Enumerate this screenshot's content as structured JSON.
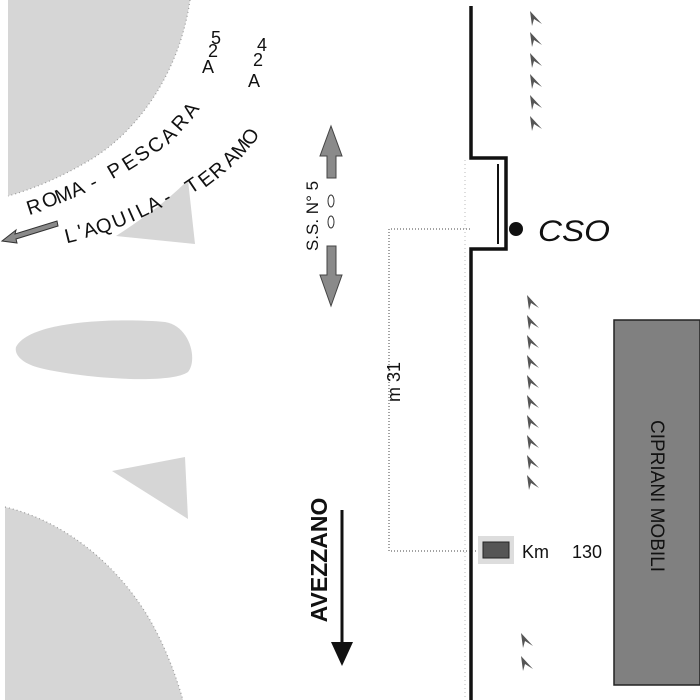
{
  "labels": {
    "cso": "CSO",
    "km": "Km",
    "km_value": "130",
    "distance": "m 31",
    "road_ss5": "S.S. N° 5",
    "avezzano": "AVEZZANO",
    "cipriani_mobili": "CIPRIANI  MOBILI"
  },
  "highways": {
    "roma_pescara": [
      "R",
      "O",
      "M",
      "A",
      " ",
      "-",
      " ",
      "P",
      "E",
      "S",
      "C",
      "A",
      "R",
      "A"
    ],
    "laquila_teramo": [
      "L",
      "'",
      "A",
      "Q",
      "U",
      "I",
      "L",
      "A",
      " ",
      "-",
      " ",
      "T",
      "E",
      "R",
      "A",
      "M",
      "O"
    ],
    "a25": [
      "5",
      "2",
      "A"
    ],
    "a24": [
      "4",
      "2",
      "A"
    ]
  },
  "colors": {
    "terrain": "#d6d6d6",
    "road": "#111111",
    "building": "#808080",
    "arrow_gray": "#8a8a8a",
    "tree": "#555555"
  }
}
